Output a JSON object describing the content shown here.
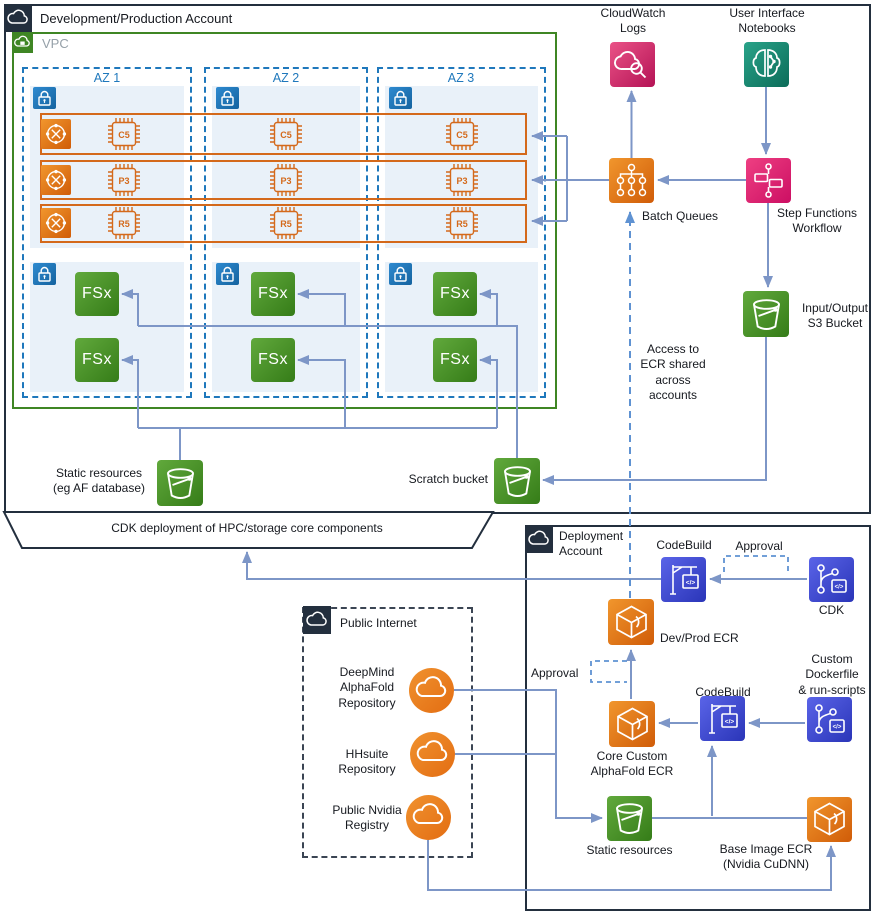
{
  "colors": {
    "account_border": "#232f3e",
    "vpc_border": "#3f8624",
    "az_border": "#1f78bc",
    "subnet_fill": "#e9f1f9",
    "compute_orange": "#d4691b",
    "storage_green": "#3f8624",
    "cloudwatch_pink": "#d6286b",
    "stepfunctions_pink": "#e7157b",
    "sagemaker_teal": "#15836c",
    "codebuild_indigo": "#3f48cc",
    "connector_blue": "#7d96c7",
    "dashed_blue": "#5f92d2"
  },
  "devprod_account": {
    "label": "Development/Production Account"
  },
  "vpc": {
    "label": "VPC"
  },
  "azs": [
    {
      "label": "AZ 1"
    },
    {
      "label": "AZ 2"
    },
    {
      "label": "AZ 3"
    }
  ],
  "compute_rows": [
    {
      "instance_type": "C5"
    },
    {
      "instance_type": "P3"
    },
    {
      "instance_type": "R5"
    }
  ],
  "fsx_label": "FSx",
  "cloudwatch_label": "CloudWatch\nLogs",
  "notebooks_label": "User Interface\nNotebooks",
  "batch_label": "Batch Queues",
  "stepfunctions_label": "Step Functions\nWorkflow",
  "io_bucket_label": "Input/Output\nS3 Bucket",
  "ecr_note": "Access to\nECR shared\nacross\naccounts",
  "scratch_label": "Scratch bucket",
  "static_resources_label": "Static resources\n(eg AF database)",
  "banner_label": "CDK deployment of HPC/storage core components",
  "deployment_account": {
    "label": "Deployment\nAccount",
    "codebuild_label": "CodeBuild",
    "approval_label": "Approval",
    "cdk_label": "CDK",
    "devprod_ecr_label": "Dev/Prod ECR",
    "approval2_label": "Approval",
    "core_ecr_label": "Core Custom\nAlphaFold ECR",
    "codebuild2_label": "CodeBuild",
    "dockerfile_label": "Custom\nDockerfile\n& run-scripts",
    "static_label": "Static resources",
    "base_ecr_label": "Base Image ECR\n(Nvidia CuDNN)"
  },
  "public_internet": {
    "label": "Public Internet",
    "deepmind_label": "DeepMind\nAlphaFold\nRepository",
    "hhsuite_label": "HHsuite\nRepository",
    "nvidia_label": "Public Nvidia\nRegistry"
  }
}
